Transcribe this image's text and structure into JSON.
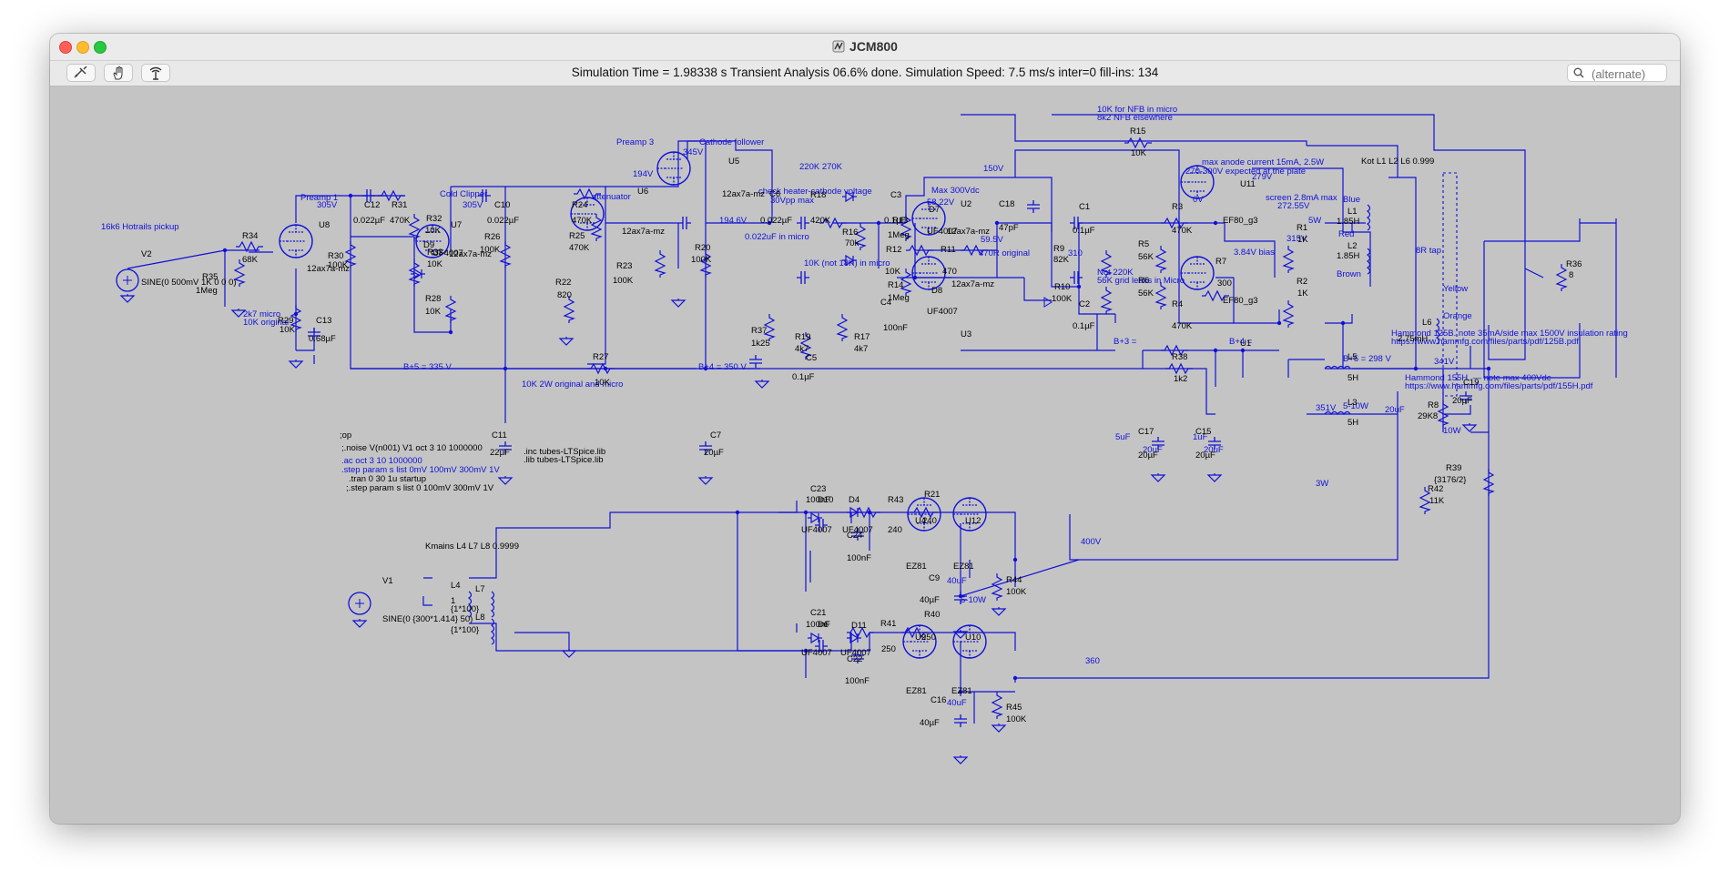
{
  "window": {
    "title": "JCM800"
  },
  "toolbar": {
    "status": "Simulation Time = 1.98338 s  Transient Analysis 06.6% done. Simulation Speed: 7.5 ms/s inter=0 fill-ins: 134",
    "search_placeholder": "(alternate)",
    "buttons": [
      "probe-icon",
      "hand-icon",
      "antenna-icon"
    ]
  },
  "annotations": {
    "pickup": "16k6 Hotrails pickup",
    "preamp1": "Preamp 1",
    "cold_clipper": "Cold Clipper",
    "attenuator": "attenuator",
    "preamp3": "Preamp 3",
    "cathode_follower": "Cathode follower",
    "check_heater": "check heater-cathode voltage",
    "vpp_max": "30Vpp max",
    "r220k": "220K 270K",
    "max300": "Max 300Vdc",
    "c022uf_micro": "0.022uF in micro",
    "r10k_micro": "10K (not 18K) in micro",
    "r470r": "470R original",
    "nfb1": "10K for NFB in micro",
    "nfb2": "8k2 NFB elsewhere",
    "max_anode": "max anode current 15mA, 2.5W",
    "expected_plate": "270-300V expected at the  plate",
    "screen_max": "screen 2.8mA max",
    "kot": "Kot L1 L2 L6 0.999",
    "not220k": "Not 220K",
    "grid_leaks": "56K grid leaks in Micro",
    "r2k7": "2k7 micro",
    "r10k_orig": "10K original",
    "r10k_2w": "10K 2W original and micro",
    "hammond125b": "Hammond 125B.  note 35mA/side max 1500V insulation rating",
    "hammond125b_url": "https://www.hammfg.com/files/parts/pdf/125B.pdf",
    "hammond155h": "Hammond 155H. — note max 400Vdc",
    "hammond155h_url": "https://www.hammfg.com/files/parts/pdf/155H.pdf",
    "kmains": "Kmains L4 L7 L8 0.9999",
    "blue": "Blue",
    "red": "Red",
    "brown": "Brown",
    "yellow": "Yellow",
    "orange": "Orange",
    "tap8r": "8R tap"
  },
  "directives": {
    "op": ";op",
    "noise": ";.noise V(n001) V1 oct 3 10 1000000",
    "ac": ".ac oct 3 10 1000000",
    "step1": ".step param s list 0mV 100mV 300mV 1V",
    "tran": ".tran 0 30 1u startup",
    "step2": ";.step param s list 0 100mV 300mV 1V",
    "inc": ".inc tubes-LTSpice.lib",
    "lib": ".lib tubes-LTSpice.lib"
  },
  "voltages": {
    "v305a": "305V",
    "v305b": "305V",
    "v194": "194V",
    "v345": "345V",
    "v194_6": "194.6V",
    "v58_22": "58.22V",
    "v59_5": "59.5V",
    "v150": "150V",
    "v310": "310",
    "v0": "0V",
    "v279": "279V",
    "v272_55": "272.55V",
    "v315": "315V",
    "v3_84": "3.84V bias",
    "v5w": "5W",
    "bplus5": "B+5 = 335 V",
    "bplus4": "B+4 = 350 V",
    "bplus3": "B+3 =",
    "bplus4b": "B+4 =",
    "bplus5b": "B+5 = 298 V",
    "v341": "341V",
    "v351": "351V",
    "v400": "400V",
    "v360": "360",
    "w3": "3W",
    "w5_10": "5-10W",
    "w5_10b": "5-10W",
    "w10": "10W",
    "uf5": "5uF",
    "uf20a": "20uF",
    "uf1": "1uF",
    "uf20b": "20uF",
    "uf20c": "20uF",
    "uf40a": "40uF",
    "uf40b": "40uF"
  },
  "components": {
    "V2": {
      "name": "V2",
      "value": "SINE(0 500mV 1K 0 0 0)"
    },
    "V1": {
      "name": "V1",
      "value": "SINE(0 {300*1.414} 50)"
    },
    "R34": {
      "name": "R34",
      "value": "68K"
    },
    "R35": {
      "name": "R35",
      "value": "1Meg"
    },
    "U8": {
      "name": "U8",
      "value": "12ax7a-mz"
    },
    "R30": {
      "name": "R30",
      "value": "100K"
    },
    "R29": {
      "name": "R29",
      "value": "10K"
    },
    "C13": {
      "name": "C13",
      "value": "0.68µF"
    },
    "C12": {
      "name": "C12",
      "value": "0.022µF"
    },
    "R31": {
      "name": "R31",
      "value": "470K"
    },
    "R32": {
      "name": "R32",
      "value": "10K"
    },
    "D9": {
      "name": "D9",
      "value": "UF4007"
    },
    "R33": {
      "name": "R33",
      "value": "10K"
    },
    "R28": {
      "name": "R28",
      "value": "10K"
    },
    "U7": {
      "name": "U7",
      "value": "12ax7a-mz"
    },
    "R26": {
      "name": "R26",
      "value": "100K"
    },
    "C10": {
      "name": "C10",
      "value": "0.022µF"
    },
    "R24": {
      "name": "R24",
      "value": "470K"
    },
    "R25": {
      "name": "R25",
      "value": "470K"
    },
    "R22": {
      "name": "R22",
      "value": "820"
    },
    "U6": {
      "name": "U6",
      "value": "12ax7a-mz"
    },
    "R23": {
      "name": "R23",
      "value": "100K"
    },
    "U5": {
      "name": "U5",
      "value": "12ax7a-mz"
    },
    "C6": {
      "name": "C6",
      "value": "0.022µF"
    },
    "R20": {
      "name": "R20",
      "value": "100K"
    },
    "R18": {
      "name": "R18",
      "value": "420K"
    },
    "R16": {
      "name": "R16",
      "value": "70k"
    },
    "C3": {
      "name": "C3",
      "value": "0.1µF"
    },
    "R13": {
      "name": "R13",
      "value": "1Meg"
    },
    "D7": {
      "name": "D7",
      "value": "UF4007"
    },
    "R12": {
      "name": "R12",
      "value": "10K"
    },
    "R11": {
      "name": "R11",
      "value": "470"
    },
    "R14": {
      "name": "R14",
      "value": "1Meg"
    },
    "D8": {
      "name": "D8",
      "value": "UF4007"
    },
    "C4": {
      "name": "C4",
      "value": "100nF"
    },
    "U2": {
      "name": "U2",
      "value": "12ax7a-mz"
    },
    "U3": {
      "name": "U3",
      "value": "12ax7a-mz"
    },
    "C18": {
      "name": "C18",
      "value": "47pF"
    },
    "R37": {
      "name": "R37",
      "value": "1k25"
    },
    "R19": {
      "name": "R19",
      "value": "4k7"
    },
    "C5": {
      "name": "C5",
      "value": "0.1µF"
    },
    "R17": {
      "name": "R17",
      "value": "4k7"
    },
    "R9": {
      "name": "R9",
      "value": "82K"
    },
    "R10": {
      "name": "R10",
      "value": "100K"
    },
    "C1": {
      "name": "C1",
      "value": "0.1µF"
    },
    "C2": {
      "name": "C2",
      "value": "0.1µF"
    },
    "R3": {
      "name": "R3",
      "value": "470K"
    },
    "R4": {
      "name": "R4",
      "value": "470K"
    },
    "R5": {
      "name": "R5",
      "value": "56K"
    },
    "R6": {
      "name": "R6",
      "value": "56K"
    },
    "R7": {
      "name": "R7",
      "value": "300"
    },
    "U11": {
      "name": "U11",
      "value": "EF80_g3"
    },
    "U1": {
      "name": "U1",
      "value": "EF80_g3"
    },
    "R1": {
      "name": "R1",
      "value": "1K"
    },
    "R2": {
      "name": "R2",
      "value": "1K"
    },
    "R15": {
      "name": "R15",
      "value": "10K"
    },
    "L1": {
      "name": "L1",
      "value": "1.85H"
    },
    "L2": {
      "name": "L2",
      "value": "1.85H"
    },
    "L6": {
      "name": "L6",
      "value": "2.75mH"
    },
    "R36": {
      "name": "R36",
      "value": "8"
    },
    "R38": {
      "name": "R38",
      "value": "1k2"
    },
    "L5": {
      "name": "L5",
      "value": "5H"
    },
    "L3": {
      "name": "L3",
      "value": "5H"
    },
    "R8": {
      "name": "R8",
      "value": "29K8"
    },
    "C19": {
      "name": "C19",
      "value": "20µF"
    },
    "R39": {
      "name": "R39",
      "value": "{3176/2}"
    },
    "C17": {
      "name": "C17",
      "value": "20µF"
    },
    "C15": {
      "name": "C15",
      "value": "20µF"
    },
    "R27": {
      "name": "R27",
      "value": "10K"
    },
    "C11": {
      "name": "C11",
      "value": "22µF"
    },
    "C7": {
      "name": "C7",
      "value": "20µF"
    },
    "R42": {
      "name": "R42",
      "value": "11K"
    },
    "C23": {
      "name": "C23",
      "value": "100nF"
    },
    "D10": {
      "name": "D10",
      "value": "UF4007"
    },
    "D4": {
      "name": "D4",
      "value": "UF4007"
    },
    "C24": {
      "name": "C24",
      "value": "100nF"
    },
    "R43": {
      "name": "R43",
      "value": "240"
    },
    "R21": {
      "name": "R21",
      "value": "240"
    },
    "U4": {
      "name": "U4",
      "value": "EZ81"
    },
    "U12": {
      "name": "U12",
      "value": "EZ81"
    },
    "C9": {
      "name": "C9",
      "value": "40µF"
    },
    "R44": {
      "name": "R44",
      "value": "100K"
    },
    "C21": {
      "name": "C21",
      "value": "100nF"
    },
    "D6": {
      "name": "D6",
      "value": "UF4007"
    },
    "D11": {
      "name": "D11",
      "value": "UF4007"
    },
    "C22": {
      "name": "C22",
      "value": "100nF"
    },
    "R41": {
      "name": "R41",
      "value": "250"
    },
    "R40": {
      "name": "R40",
      "value": "250"
    },
    "U9": {
      "name": "U9",
      "value": "EZ81"
    },
    "U10": {
      "name": "U10",
      "value": "EZ81"
    },
    "C16": {
      "name": "C16",
      "value": "40µF"
    },
    "R45": {
      "name": "R45",
      "value": "100K"
    },
    "L4": {
      "name": "L4",
      "value": "{1*100}"
    },
    "L7": {
      "name": "L7",
      "value": "1"
    },
    "L8": {
      "name": "L8",
      "value": "{1*100}"
    }
  },
  "colors": {
    "wire": "#1010d8",
    "canvas": "#c4c4c4",
    "label": "#000000"
  }
}
